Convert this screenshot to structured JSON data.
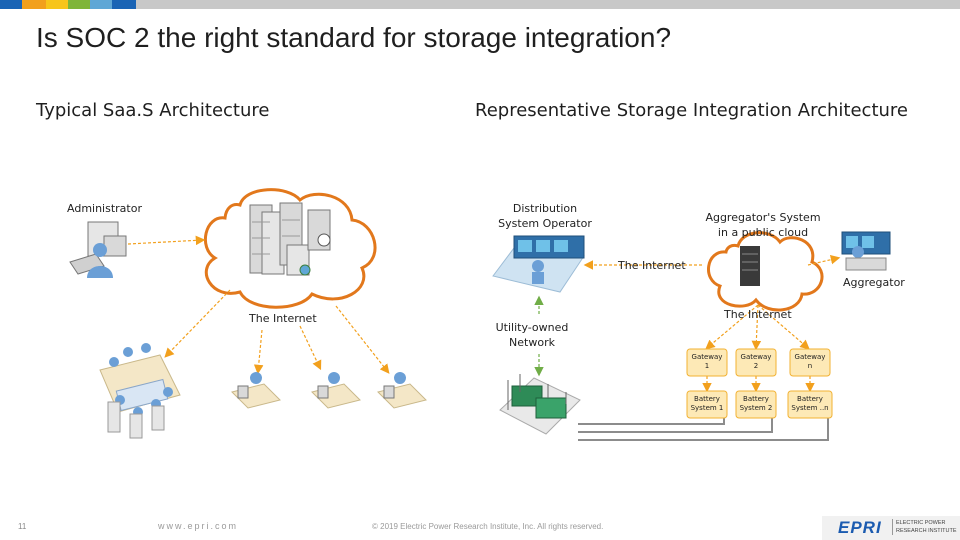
{
  "colors": {
    "bar": [
      "#1a64b5",
      "#f2a01d",
      "#f7c51b",
      "#7fb539",
      "#5fa7d6",
      "#1a64b5",
      "#c8c8c8"
    ],
    "cloud_stroke": "#e2781c",
    "arrow": "#f2a01d",
    "green_arrow": "#70ad47",
    "gateway_fill": "#fde9b6",
    "gateway_stroke": "#f2b233",
    "logo": "#1b5bb0"
  },
  "title": "Is SOC 2 the right standard for storage integration?",
  "left": {
    "heading": "Typical Saa.S Architecture",
    "administrator": "Administrator",
    "internet": "The Internet"
  },
  "right": {
    "heading": "Representative Storage Integration Architecture",
    "dso_line1": "Distribution",
    "dso_line2": "System Operator",
    "agg_system_line1": "Aggregator's System",
    "agg_system_line2": "in a public cloud",
    "internet_mid": "The Internet",
    "internet_low": "The Internet",
    "aggregator": "Aggregator",
    "utility_line1": "Utility-owned",
    "utility_line2": "Network",
    "gateways": [
      {
        "line1": "Gateway",
        "line2": "1"
      },
      {
        "line1": "Gateway",
        "line2": "2"
      },
      {
        "line1": "Gateway",
        "line2": "n"
      }
    ],
    "batteries": [
      {
        "line1": "Battery",
        "line2": "System 1"
      },
      {
        "line1": "Battery",
        "line2": "System 2"
      },
      {
        "line1": "Battery",
        "line2": "System ..n"
      }
    ]
  },
  "footer": {
    "page_number": "11",
    "url": "www.epri.com",
    "copyright": "© 2019 Electric Power Research Institute, Inc. All rights reserved.",
    "logo_text": "EPRI",
    "logo_sub_line1": "ELECTRIC POWER",
    "logo_sub_line2": "RESEARCH INSTITUTE"
  }
}
